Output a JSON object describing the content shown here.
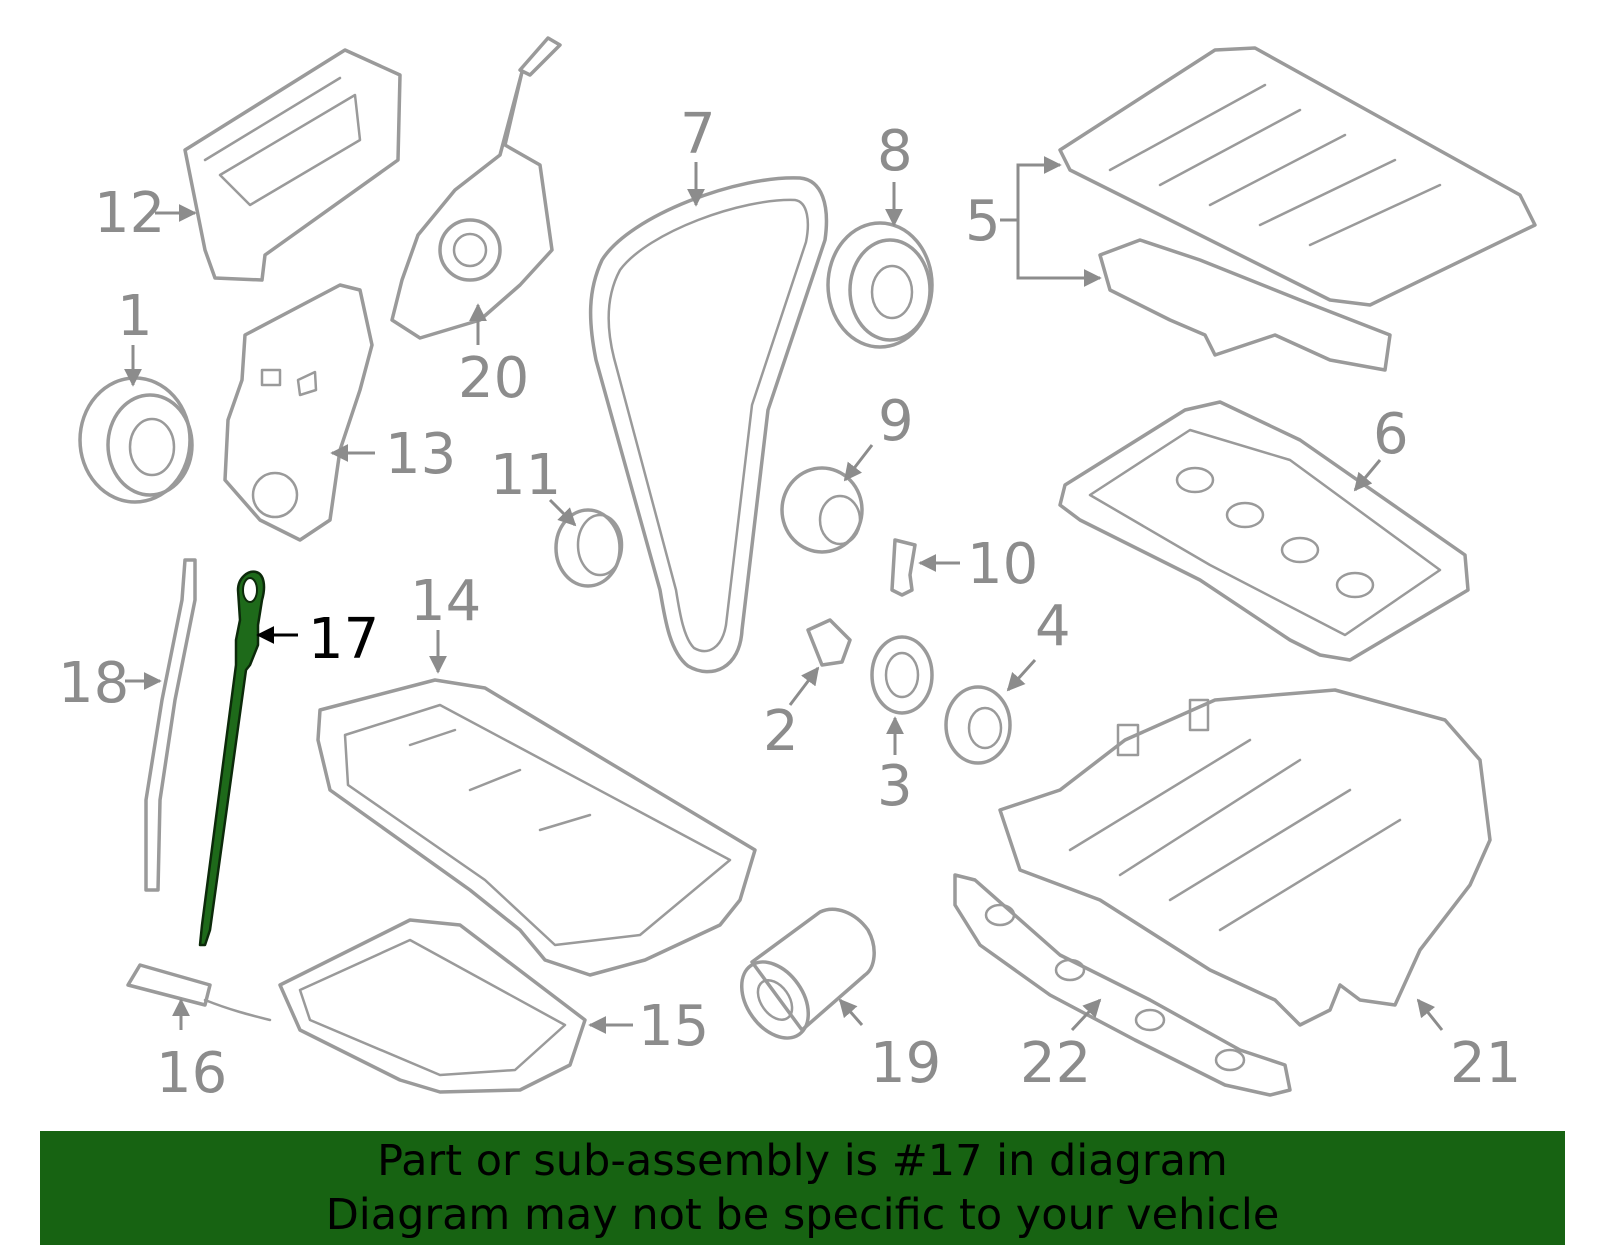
{
  "highlight": {
    "part": "17",
    "color": "#1e6a1a"
  },
  "callouts": [
    {
      "id": "c1",
      "label": "1"
    },
    {
      "id": "c2",
      "label": "2"
    },
    {
      "id": "c3",
      "label": "3"
    },
    {
      "id": "c4",
      "label": "4"
    },
    {
      "id": "c5",
      "label": "5"
    },
    {
      "id": "c6",
      "label": "6"
    },
    {
      "id": "c7",
      "label": "7"
    },
    {
      "id": "c8",
      "label": "8"
    },
    {
      "id": "c9",
      "label": "9"
    },
    {
      "id": "c10",
      "label": "10"
    },
    {
      "id": "c11",
      "label": "11"
    },
    {
      "id": "c12",
      "label": "12"
    },
    {
      "id": "c13",
      "label": "13"
    },
    {
      "id": "c14",
      "label": "14"
    },
    {
      "id": "c15",
      "label": "15"
    },
    {
      "id": "c16",
      "label": "16"
    },
    {
      "id": "c17",
      "label": "17"
    },
    {
      "id": "c18",
      "label": "18"
    },
    {
      "id": "c19",
      "label": "19"
    },
    {
      "id": "c20",
      "label": "20"
    },
    {
      "id": "c21",
      "label": "21"
    },
    {
      "id": "c22",
      "label": "22"
    }
  ],
  "banner": {
    "line1": "Part or sub-assembly is #17 in diagram",
    "line2": "Diagram may not be specific to your vehicle",
    "background": "#176312"
  }
}
